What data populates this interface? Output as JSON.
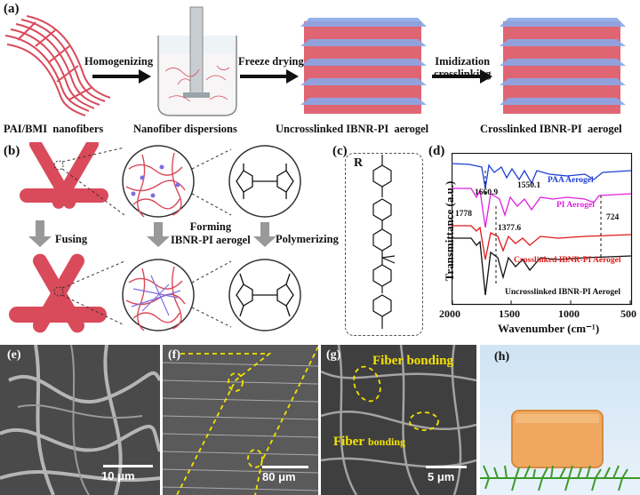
{
  "figure": {
    "panel_a": {
      "label": "(a)",
      "stages": [
        "PAI/BMI  nanofibers",
        "Nanofiber dispersions",
        "Uncrosslinked IBNR-PI  aerogel",
        "Crosslinked IBNR-PI  aerogel"
      ],
      "arrows": [
        "Homogenizing",
        "Freeze drying",
        "Imidization\ncrosslinking"
      ]
    },
    "panel_b": {
      "label": "(b)",
      "fusing": "Fusing",
      "forming": "Forming\nIBNR-PI aerogel",
      "polymerizing": "Polymerizing"
    },
    "panel_c": {
      "label": "(c)",
      "r_label": "R"
    },
    "panel_d": {
      "label": "(d)",
      "ylabel": "Transmittance (a.u.)",
      "xlabel": "Wavenumber (cm⁻¹)",
      "xticks": [
        "2000",
        "1500",
        "1000",
        "500"
      ],
      "peaks": [
        "1660.9",
        "1550.1",
        "1778",
        "1377.6",
        "724"
      ],
      "series_labels": [
        "PAA Aerogel",
        "PI Aerogel",
        "Crosslinked IBNR-PI Aerogel",
        "Uncrosslinked IBNR-PI Aerogel"
      ]
    },
    "panel_e": {
      "label": "(e)",
      "scale": "10 μm"
    },
    "panel_f": {
      "label": "(f)",
      "scale": "80 μm"
    },
    "panel_g": {
      "label": "(g)",
      "scale": "5 μm",
      "annot1": "Fiber bonding",
      "annot2a": "Fiber",
      "annot2b": "bonding"
    },
    "panel_h": {
      "label": "(h)"
    }
  },
  "colors": {
    "paa": "#1f3fd6",
    "pi": "#e020e0",
    "crosslinked": "#e01a1a",
    "uncrosslinked": "#111111",
    "fiber": "#d94a5a",
    "annotation": "#f5e200",
    "sheet": "#8aa8e8"
  }
}
